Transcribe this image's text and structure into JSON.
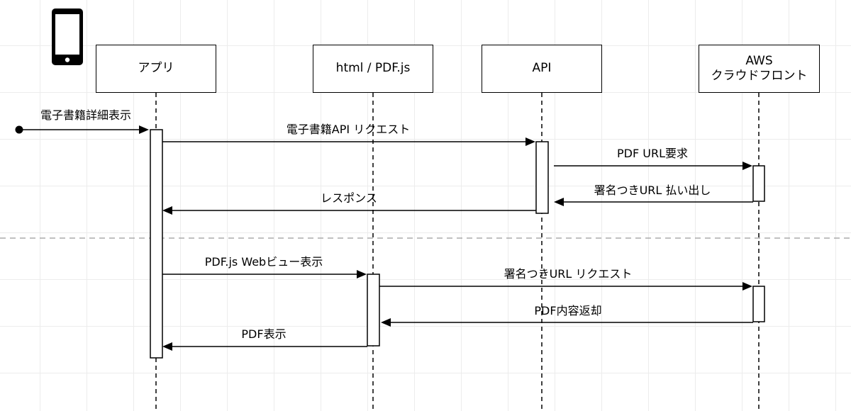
{
  "participants": [
    {
      "id": "app",
      "label": "アプリ"
    },
    {
      "id": "web",
      "label": "html / PDF.js"
    },
    {
      "id": "api",
      "label": "API"
    },
    {
      "id": "aws",
      "label": "AWS\nクラウドフロント"
    }
  ],
  "messages": [
    {
      "id": "m0",
      "label": "電子書籍詳細表示",
      "from": "actor",
      "to": "app",
      "kind": "found"
    },
    {
      "id": "m1",
      "label": "電子書籍API リクエスト",
      "from": "app",
      "to": "api",
      "kind": "call"
    },
    {
      "id": "m2",
      "label": "PDF URL要求",
      "from": "api",
      "to": "aws",
      "kind": "call"
    },
    {
      "id": "m3",
      "label": "署名つきURL 払い出し",
      "from": "aws",
      "to": "api",
      "kind": "return"
    },
    {
      "id": "m4",
      "label": "レスポンス",
      "from": "api",
      "to": "app",
      "kind": "return"
    },
    {
      "id": "m5",
      "label": "PDF.js Webビュー表示",
      "from": "app",
      "to": "web",
      "kind": "call"
    },
    {
      "id": "m6",
      "label": "署名つきURL リクエスト",
      "from": "web",
      "to": "aws",
      "kind": "call"
    },
    {
      "id": "m7",
      "label": "PDF内容返却",
      "from": "aws",
      "to": "web",
      "kind": "return"
    },
    {
      "id": "m8",
      "label": "PDF表示",
      "from": "web",
      "to": "app",
      "kind": "return"
    }
  ],
  "icons": {
    "actor": "smartphone-icon"
  }
}
